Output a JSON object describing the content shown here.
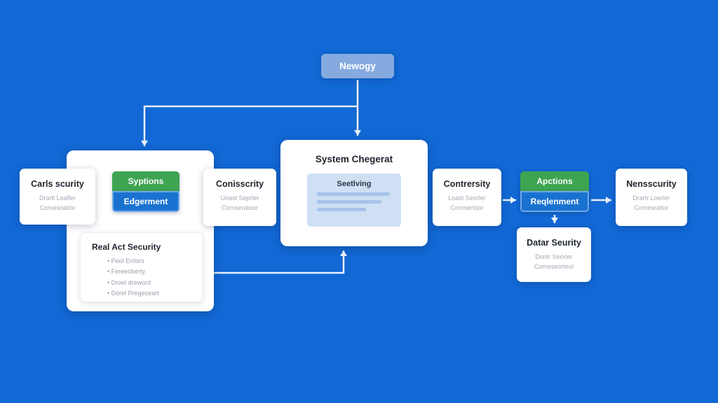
{
  "colors": {
    "background": "#1268d4",
    "card": "#ffffff",
    "green_pill": "#3ea452",
    "blue_pill": "#1a72d0",
    "top_node": "#84aadf",
    "inner_box": "#cfdff4",
    "white_arrow": "#e8eff9",
    "dark_arrow": "#46566a",
    "blue_arrow": "#2e7ad0"
  },
  "nodes": {
    "newogy": {
      "label": "Newogy"
    },
    "carls": {
      "title": "Carls scurity",
      "line1": "Drartl Loafler",
      "line2": "Comesoatior"
    },
    "syptions": {
      "label": "Syptions"
    },
    "edgerment": {
      "label": "Edgerment"
    },
    "conisscrity": {
      "title": "Conisscrity",
      "line1": "Uoast Seprler",
      "line2": "Comseratoor"
    },
    "realact": {
      "title": "Real Act Security",
      "bullets": [
        "Peol Errlors",
        "Fereeoberty",
        "Droel dreword",
        "Dorel Pregeceart"
      ]
    },
    "system": {
      "title": "System Chegerat",
      "inner_label": "Seetlving"
    },
    "contrersity": {
      "title": "Contrersity",
      "line1": "Loast Seorler",
      "line2": "Comsertoor"
    },
    "apctions": {
      "label": "Apctions"
    },
    "reqlenment": {
      "label": "Reqlenment"
    },
    "datar": {
      "title": "Datar Seurity",
      "line1": "Dontr Seorler",
      "line2": "Comeseorteol"
    },
    "nensscurity": {
      "title": "Nensscurity",
      "line1": "Drartr Loerler",
      "line2": "Comesratior"
    }
  }
}
